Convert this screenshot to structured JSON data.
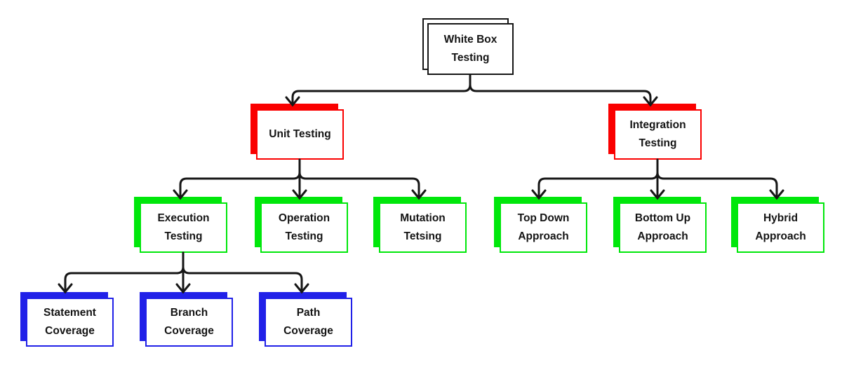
{
  "colors": {
    "root": "#161616",
    "level1": "#fa0000",
    "level2": "#00e70b",
    "level3": "#2121e8",
    "connector": "#161616"
  },
  "nodes": {
    "root": {
      "line1": "White Box",
      "line2": "Testing"
    },
    "unit": {
      "line1": "Unit Testing",
      "line2": ""
    },
    "integration": {
      "line1": "Integration",
      "line2": "Testing"
    },
    "execution": {
      "line1": "Execution",
      "line2": "Testing"
    },
    "operation": {
      "line1": "Operation",
      "line2": "Testing"
    },
    "mutation": {
      "line1": "Mutation",
      "line2": "Tetsing"
    },
    "topdown": {
      "line1": "Top Down",
      "line2": "Approach"
    },
    "bottomup": {
      "line1": "Bottom Up",
      "line2": "Approach"
    },
    "hybrid": {
      "line1": "Hybrid",
      "line2": "Approach"
    },
    "statement": {
      "line1": "Statement",
      "line2": "Coverage"
    },
    "branch": {
      "line1": "Branch",
      "line2": "Coverage"
    },
    "path": {
      "line1": "Path",
      "line2": "Coverage"
    }
  }
}
